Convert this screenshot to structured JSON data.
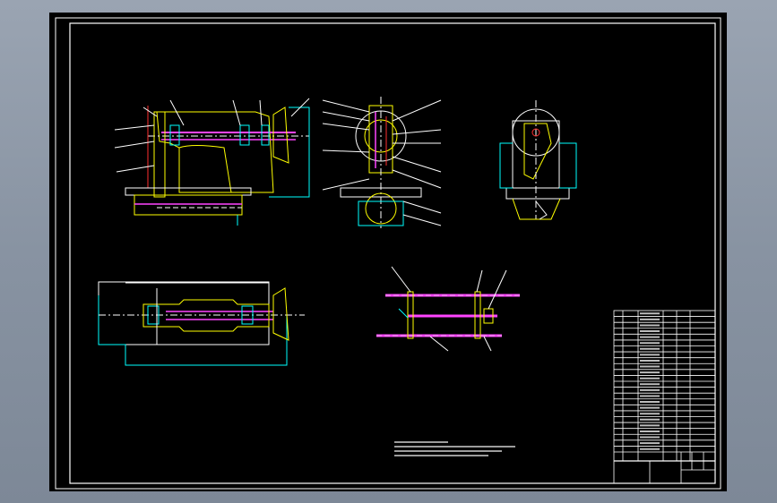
{
  "drawing": {
    "background_color": "#000000",
    "frame_color": "#ffffff",
    "accent_colors": {
      "yellow": "#ffff00",
      "cyan": "#00ffff",
      "magenta": "#ff44ff",
      "red": "#ff3030",
      "white": "#ffffff"
    },
    "views": [
      {
        "id": "front-section-view"
      },
      {
        "id": "side-section-view"
      },
      {
        "id": "end-view"
      },
      {
        "id": "plan-section-view"
      },
      {
        "id": "shaft-detail-view"
      }
    ]
  },
  "title_block": {
    "parts_list_row_count": 24
  }
}
